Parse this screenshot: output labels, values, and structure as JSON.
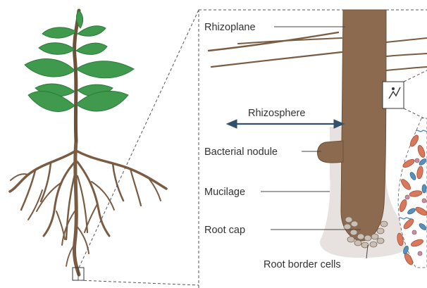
{
  "labels": {
    "rhizoplane": "Rhizoplane",
    "rhizosphere": "Rhizosphere",
    "bacterial_nodule": "Bacterial nodule",
    "mucilage": "Mucilage",
    "root_cap": "Root cap",
    "root_border_cells": "Root border cells"
  },
  "colors": {
    "leaf": "#3f9a4e",
    "leaf_dark": "#2c7a3a",
    "stem": "#6b5138",
    "root": "#7a5c43",
    "main_root": "#8b6a50",
    "mucilage": "#e4dfdb",
    "arrow": "#33506a",
    "leader": "#444444",
    "bacteria_orange": "#d9785a",
    "bacteria_blue": "#5a8fb8",
    "bacteria_pink": "#c88fa0"
  }
}
